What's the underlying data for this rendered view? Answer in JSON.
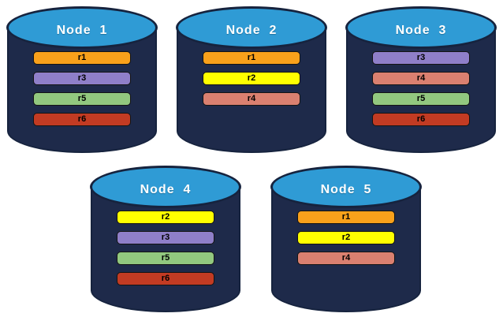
{
  "palette": {
    "background": "#FFFFFF",
    "cylinder_body": "#1E2A4A",
    "cylinder_top_fill": "#2F9BD5",
    "cylinder_outline": "#16233E",
    "bar_border": "#141414",
    "bar_text": "#000000",
    "title_text": "#FFFFFF"
  },
  "replica_colors": {
    "r1": "#F9A11B",
    "r2": "#FFFF00",
    "r3": "#8F7FC9",
    "r4": "#DA8070",
    "r5": "#92C87F",
    "r6": "#C23B23"
  },
  "nodes": [
    {
      "label": "Node  1",
      "replicas": [
        "r1",
        "r3",
        "r5",
        "r6"
      ]
    },
    {
      "label": "Node  2",
      "replicas": [
        "r1",
        "r2",
        "r4"
      ]
    },
    {
      "label": "Node  3",
      "replicas": [
        "r3",
        "r4",
        "r5",
        "r6"
      ]
    },
    {
      "label": "Node  4",
      "replicas": [
        "r2",
        "r3",
        "r5",
        "r6"
      ]
    },
    {
      "label": "Node  5",
      "replicas": [
        "r1",
        "r2",
        "r4"
      ]
    }
  ]
}
